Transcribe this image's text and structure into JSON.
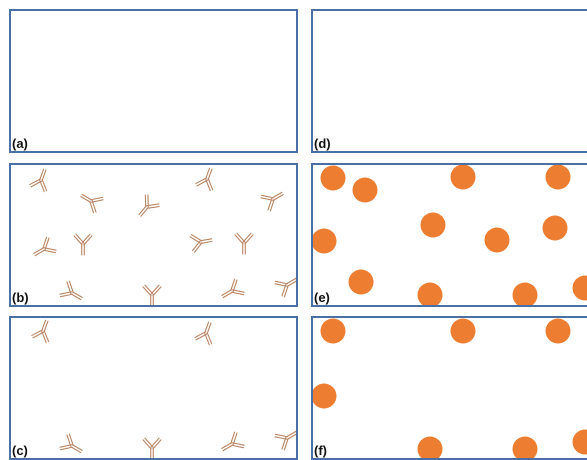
{
  "panels": {
    "a": {
      "label": "(a)"
    },
    "b": {
      "label": "(b)"
    },
    "c": {
      "label": "(c)"
    },
    "d": {
      "label": "(d)"
    },
    "e": {
      "label": "(e)"
    },
    "f": {
      "label": "(f)"
    }
  },
  "colors": {
    "border": "#4a6fa5",
    "antibody": "#b98563",
    "particle": "#ed7d31"
  },
  "icons": {
    "antibody": "y-shaped-antibody-icon",
    "particle": "orange-particle-icon"
  }
}
